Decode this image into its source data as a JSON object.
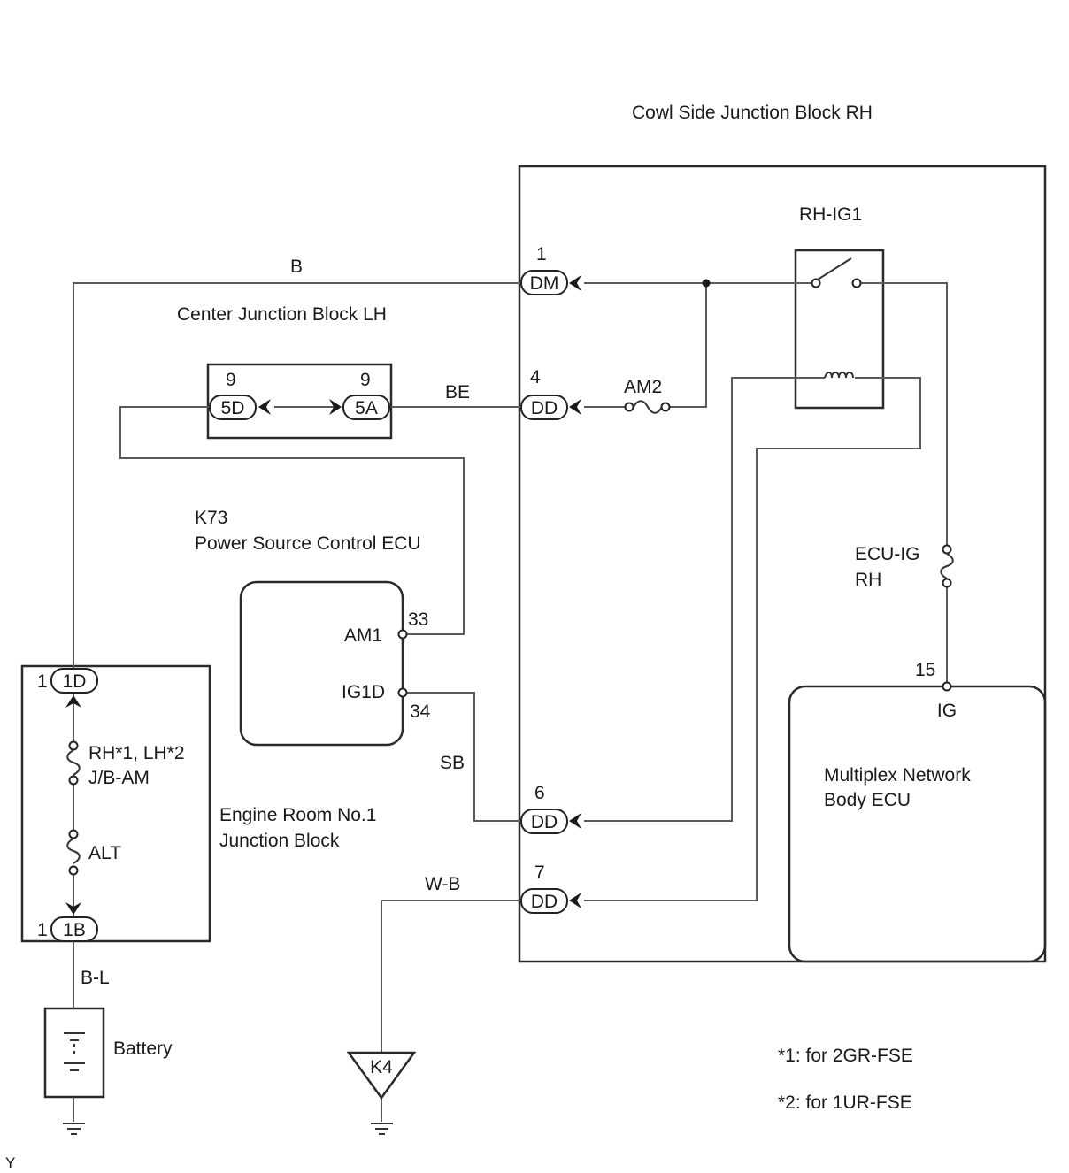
{
  "blocks": {
    "cowl_side": "Cowl Side Junction Block RH",
    "center": "Center Junction Block LH",
    "engine_room_line1": "Engine Room No.1",
    "engine_room_line2": "Junction Block",
    "ecu_power_id": "K73",
    "ecu_power_name": "Power Source Control ECU",
    "body_ecu_line1": "Multiplex Network",
    "body_ecu_line2": "Body ECU"
  },
  "components": {
    "relay": "RH-IG1",
    "fuse_am2": "AM2",
    "fuse_ecu_ig_line1": "ECU-IG",
    "fuse_ecu_ig_line2": "RH",
    "fuse_jb_am_line1": "RH*1, LH*2",
    "fuse_jb_am_line2": "J/B-AM",
    "fuse_alt": "ALT",
    "battery": "Battery",
    "ground": "K4"
  },
  "connectors": {
    "dm": "DM",
    "dm_pin": "1",
    "dd4": "DD",
    "dd4_pin": "4",
    "dd6": "DD",
    "dd6_pin": "6",
    "dd7": "DD",
    "dd7_pin": "7",
    "c5d": "5D",
    "c5d_pin": "9",
    "c5a": "5A",
    "c5a_pin": "9",
    "c1d": "1D",
    "c1d_pin": "1",
    "c1b": "1B",
    "c1b_pin": "1"
  },
  "pins": {
    "am1_label": "AM1",
    "am1_num": "33",
    "ig1d_label": "IG1D",
    "ig1d_num": "34",
    "ig_label": "IG",
    "ig_num": "15"
  },
  "wires": {
    "b": "B",
    "be": "BE",
    "sb": "SB",
    "wb": "W-B",
    "bl": "B-L"
  },
  "notes": {
    "note1": "*1: for 2GR-FSE",
    "note2": "*2: for 1UR-FSE",
    "corner": "Y"
  }
}
